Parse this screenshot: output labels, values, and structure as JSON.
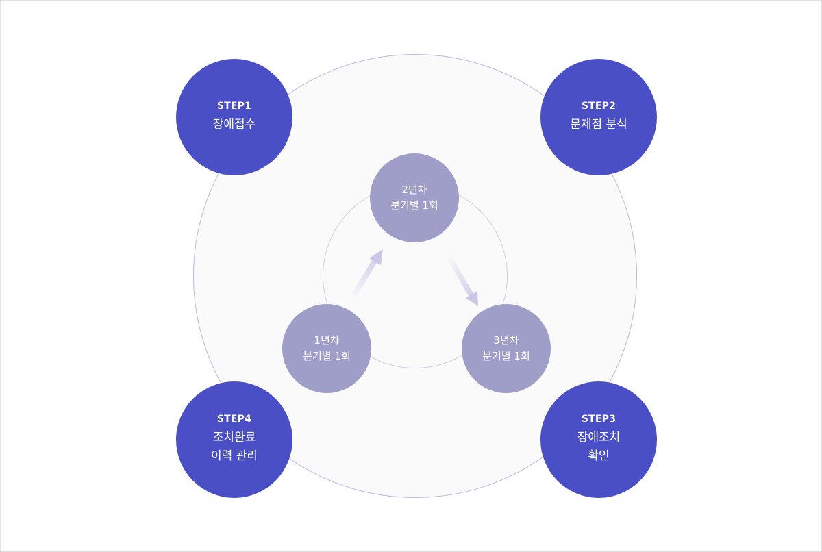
{
  "steps": [
    {
      "no": "STEP1",
      "lines": [
        "장애접수"
      ]
    },
    {
      "no": "STEP2",
      "lines": [
        "문제점 분석"
      ]
    },
    {
      "no": "STEP3",
      "lines": [
        "장애조치",
        "확인"
      ]
    },
    {
      "no": "STEP4",
      "lines": [
        "조치완료",
        "이력 관리"
      ]
    }
  ],
  "cycle": [
    {
      "year": "2년차",
      "freq": "분기별 1회"
    },
    {
      "year": "3년차",
      "freq": "분기별 1회"
    },
    {
      "year": "1년차",
      "freq": "분기별 1회"
    }
  ],
  "icons": {
    "arrow_1_to_2": "arrow-up-right-icon",
    "arrow_2_to_3": "arrow-down-right-icon"
  },
  "colors": {
    "step_fill": "#4a4fc5",
    "year_fill": "#9f9ec8",
    "ring_stroke": "#b9b7e6",
    "arrow": "#c9c8e6"
  }
}
